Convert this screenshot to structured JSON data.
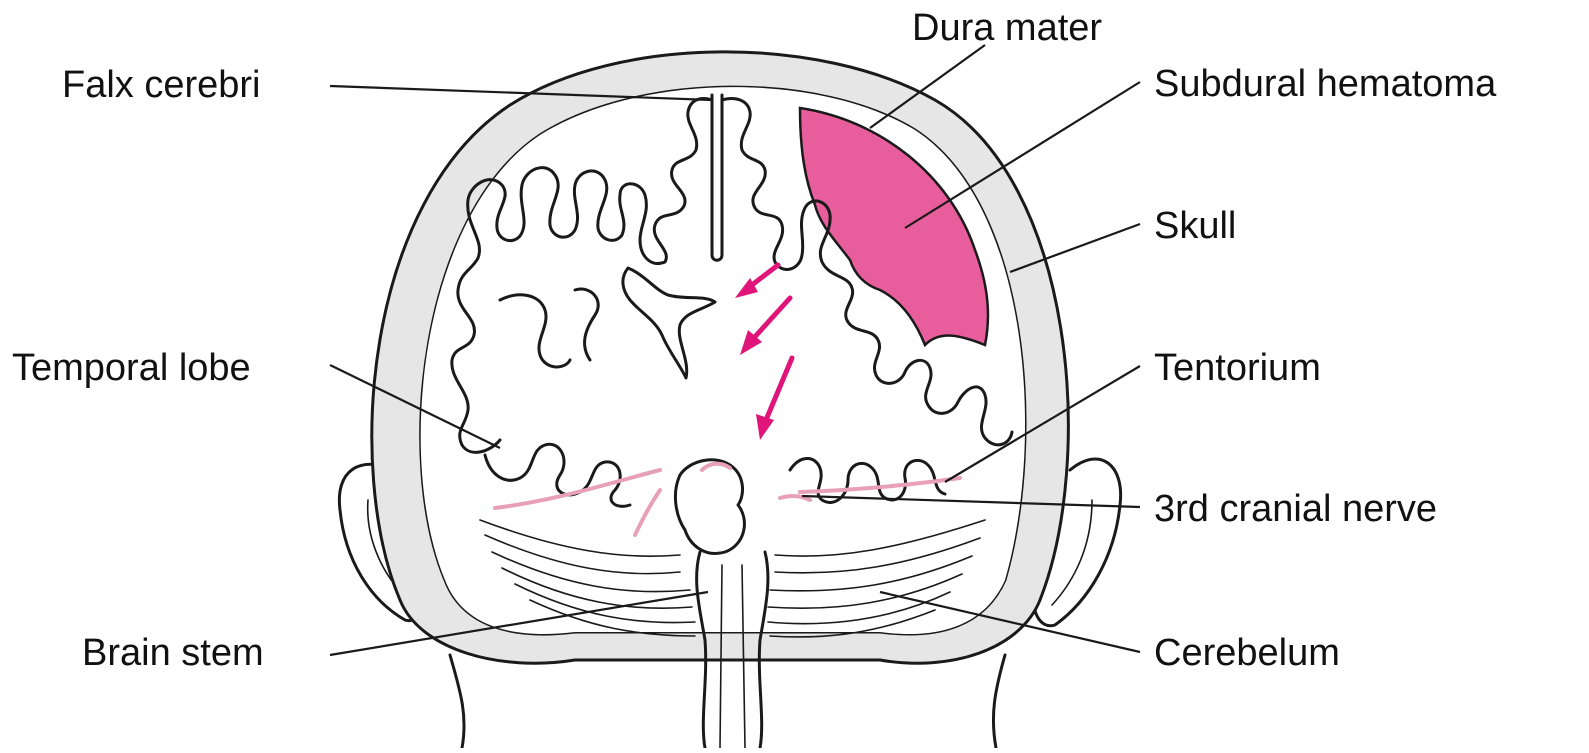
{
  "labels": {
    "falx_cerebri": "Falx cerebri",
    "dura_mater": "Dura mater",
    "subdural_hematoma": "Subdural hematoma",
    "skull": "Skull",
    "temporal_lobe": "Temporal lobe",
    "tentorium": "Tentorium",
    "third_cranial_nerve": "3rd cranial nerve",
    "brain_stem": "Brain stem",
    "cerebelum": "Cerebelum"
  },
  "colors": {
    "hematoma": "#e85d9b",
    "arrow": "#e0157a",
    "tentorium": "#e8a0b8",
    "skull_fill": "#e6e6e6",
    "line": "#1a1a1a"
  }
}
